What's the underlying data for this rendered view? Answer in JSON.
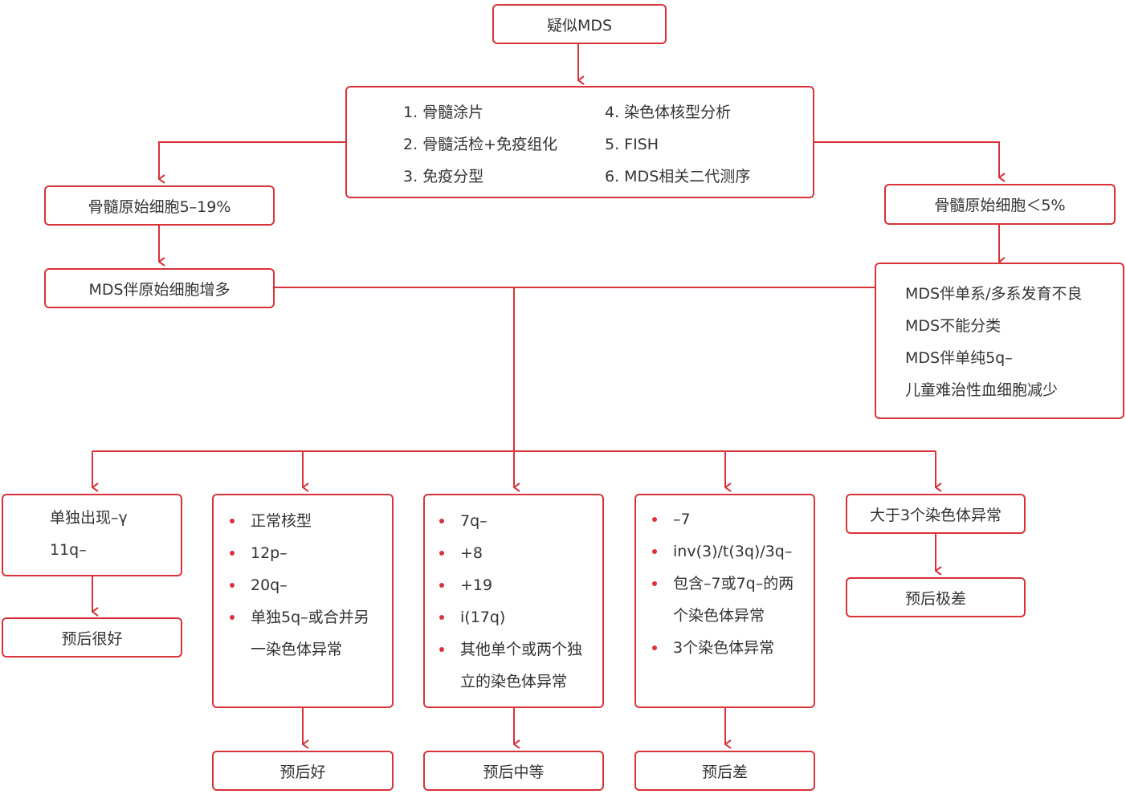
{
  "colors": {
    "accent": "#d9323a",
    "text": "#333333"
  },
  "top": "疑似MDS",
  "tests": {
    "left": [
      "1. 骨髓涂片",
      "2. 骨髓活检+免疫组化",
      "3. 免疫分型"
    ],
    "right": [
      "4. 染色体核型分析",
      "5. FISH",
      "6. MDS相关二代测序"
    ]
  },
  "left_branch": {
    "blast": "骨髓原始细胞5–19%",
    "type": "MDS伴原始细胞增多"
  },
  "right_branch": {
    "blast": "骨髓原始细胞＜5%",
    "types": [
      "MDS伴单系/多系发育不良",
      "MDS不能分类",
      "MDS伴单纯5q–",
      "儿童难治性血细胞减少"
    ]
  },
  "groups": [
    {
      "items": [
        "单独出现–γ",
        "11q–"
      ],
      "prognosis": "预后很好"
    },
    {
      "items": [
        "正常核型",
        "12p–",
        "20q–",
        "单独5q–或合并另",
        "一染色体异常"
      ],
      "prognosis": "预后好"
    },
    {
      "items": [
        "7q–",
        "+8",
        "+19",
        "i(17q)",
        "其他单个或两个独",
        "立的染色体异常"
      ],
      "prognosis": "预后中等"
    },
    {
      "items": [
        "–7",
        "inv(3)/t(3q)/3q–",
        "包含–7或7q–的两",
        "个染色体异常",
        "3个染色体异常"
      ],
      "prognosis": "预后差"
    },
    {
      "items": [
        "大于3个染色体异常"
      ],
      "prognosis": "预后极差"
    }
  ]
}
